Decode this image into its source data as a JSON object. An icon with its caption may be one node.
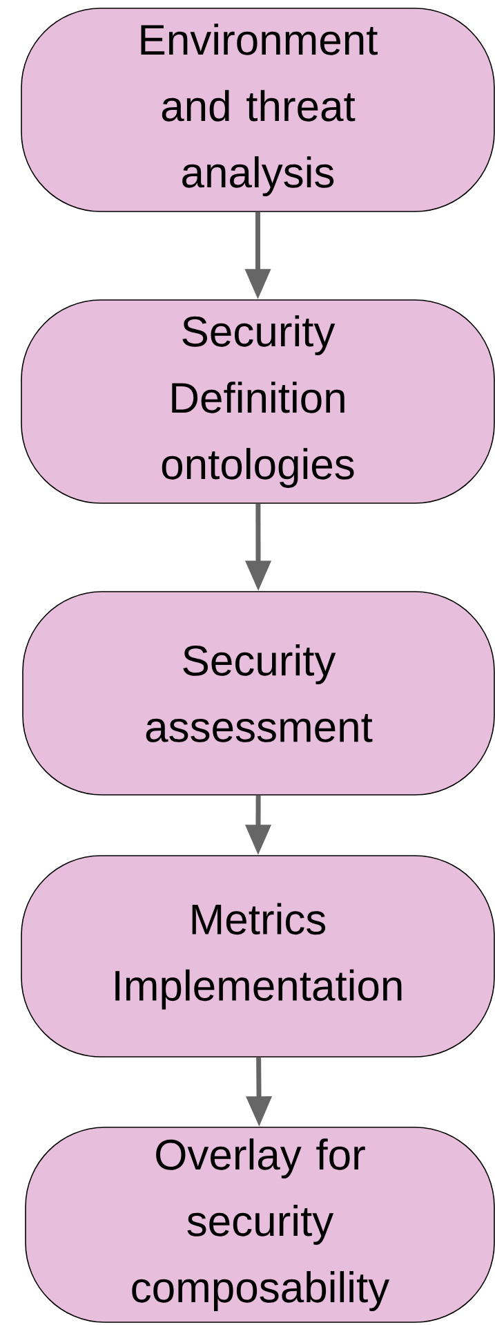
{
  "diagram": {
    "nodes": [
      {
        "text": [
          "Environment and threat analysis"
        ]
      },
      {
        "text": [
          "Security Definition ontologies"
        ]
      },
      {
        "text": [
          "Security assessment"
        ]
      },
      {
        "text": [
          "Metrics Implementation"
        ]
      },
      {
        "text": [
          "Overlay for security composability"
        ]
      }
    ],
    "edges": [
      {
        "from": 0,
        "to": 1,
        "arrow": "to"
      },
      {
        "from": 1,
        "to": 2,
        "arrow": "to"
      },
      {
        "from": 2,
        "to": 3,
        "arrow": "to"
      },
      {
        "from": 3,
        "to": 4,
        "arrow": "to"
      }
    ]
  }
}
